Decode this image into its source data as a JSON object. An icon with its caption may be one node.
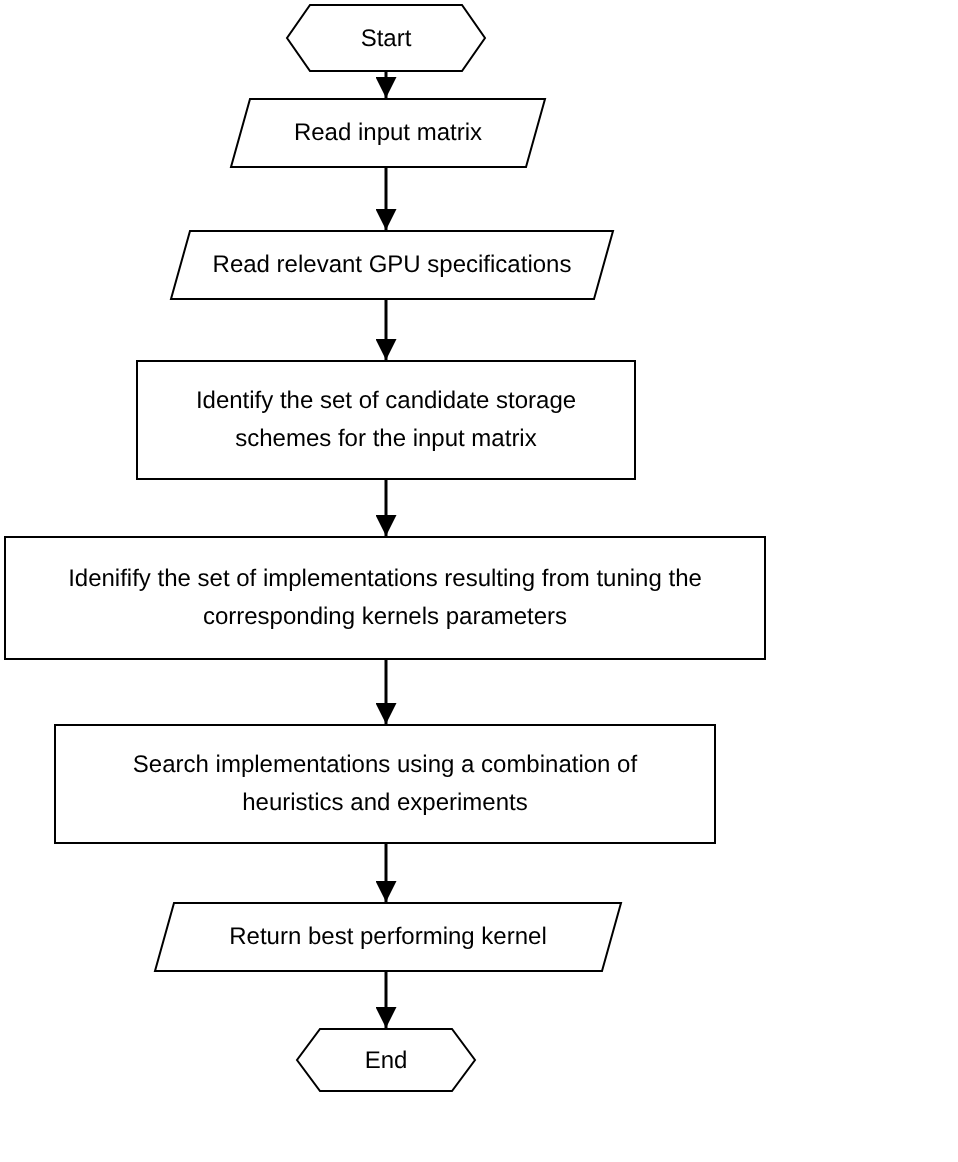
{
  "diagram": {
    "nodes": [
      {
        "text": [
          "Start"
        ]
      },
      {
        "text": [
          "Read input matrix"
        ]
      },
      {
        "text": [
          "Read relevant GPU specifications"
        ]
      },
      {
        "text": [
          "Identify the set of candidate storage schemes for the input matrix"
        ]
      },
      {
        "text": [
          "Idenifify the set of implementations resulting from tuning the corresponding kernels parameters"
        ]
      },
      {
        "text": [
          "Search implementations using a combination of heuristics and experiments"
        ]
      },
      {
        "text": [
          "Return best performing kernel"
        ]
      },
      {
        "text": [
          "End"
        ]
      }
    ],
    "edges": [
      {
        "from": 0,
        "to": 1,
        "arrow": "to"
      },
      {
        "from": 1,
        "to": 2,
        "arrow": "to"
      },
      {
        "from": 2,
        "to": 3,
        "arrow": "to"
      },
      {
        "from": 3,
        "to": 4,
        "arrow": "to"
      },
      {
        "from": 4,
        "to": 5,
        "arrow": "to"
      },
      {
        "from": 5,
        "to": 6,
        "arrow": "to"
      },
      {
        "from": 6,
        "to": 7,
        "arrow": "to"
      }
    ]
  }
}
